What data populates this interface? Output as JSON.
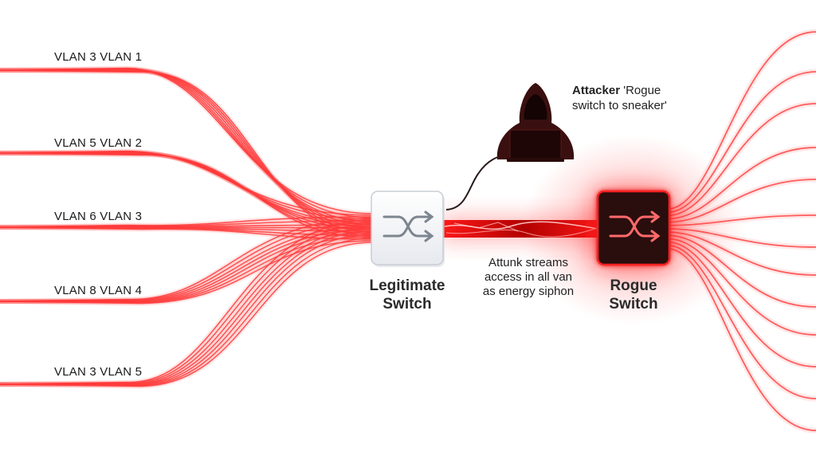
{
  "vlan_labels": [
    "VLAN 3 VLAN 1",
    "VLAN 5 VLAN 2",
    "VLAN 6 VLAN 3",
    "VLAN 8 VLAN 4",
    "VLAN 3 VLAN 5"
  ],
  "legit_switch": {
    "line1": "Legitimate",
    "line2": "Switch"
  },
  "rogue_switch": {
    "line1": "Rogue",
    "line2": "Switch"
  },
  "attacker": {
    "bold": "Attacker",
    "rest1": " 'Rogue",
    "line2": "switch to sneaker'"
  },
  "trunk_caption": {
    "line1": "Attunk streams",
    "line2": "access in all van",
    "line3": "as energy siphon"
  },
  "icons": {
    "legit_switch_icon": "switch-arrows-icon",
    "rogue_switch_icon": "switch-arrows-icon",
    "attacker_icon": "hooded-hacker-icon"
  },
  "colors": {
    "cable_red": "#ff3b3b",
    "glow_red": "#ff0000",
    "rogue_body": "#2a0707",
    "legit_body": "#f4f6f8",
    "hacker_body": "#3a0f0f"
  }
}
